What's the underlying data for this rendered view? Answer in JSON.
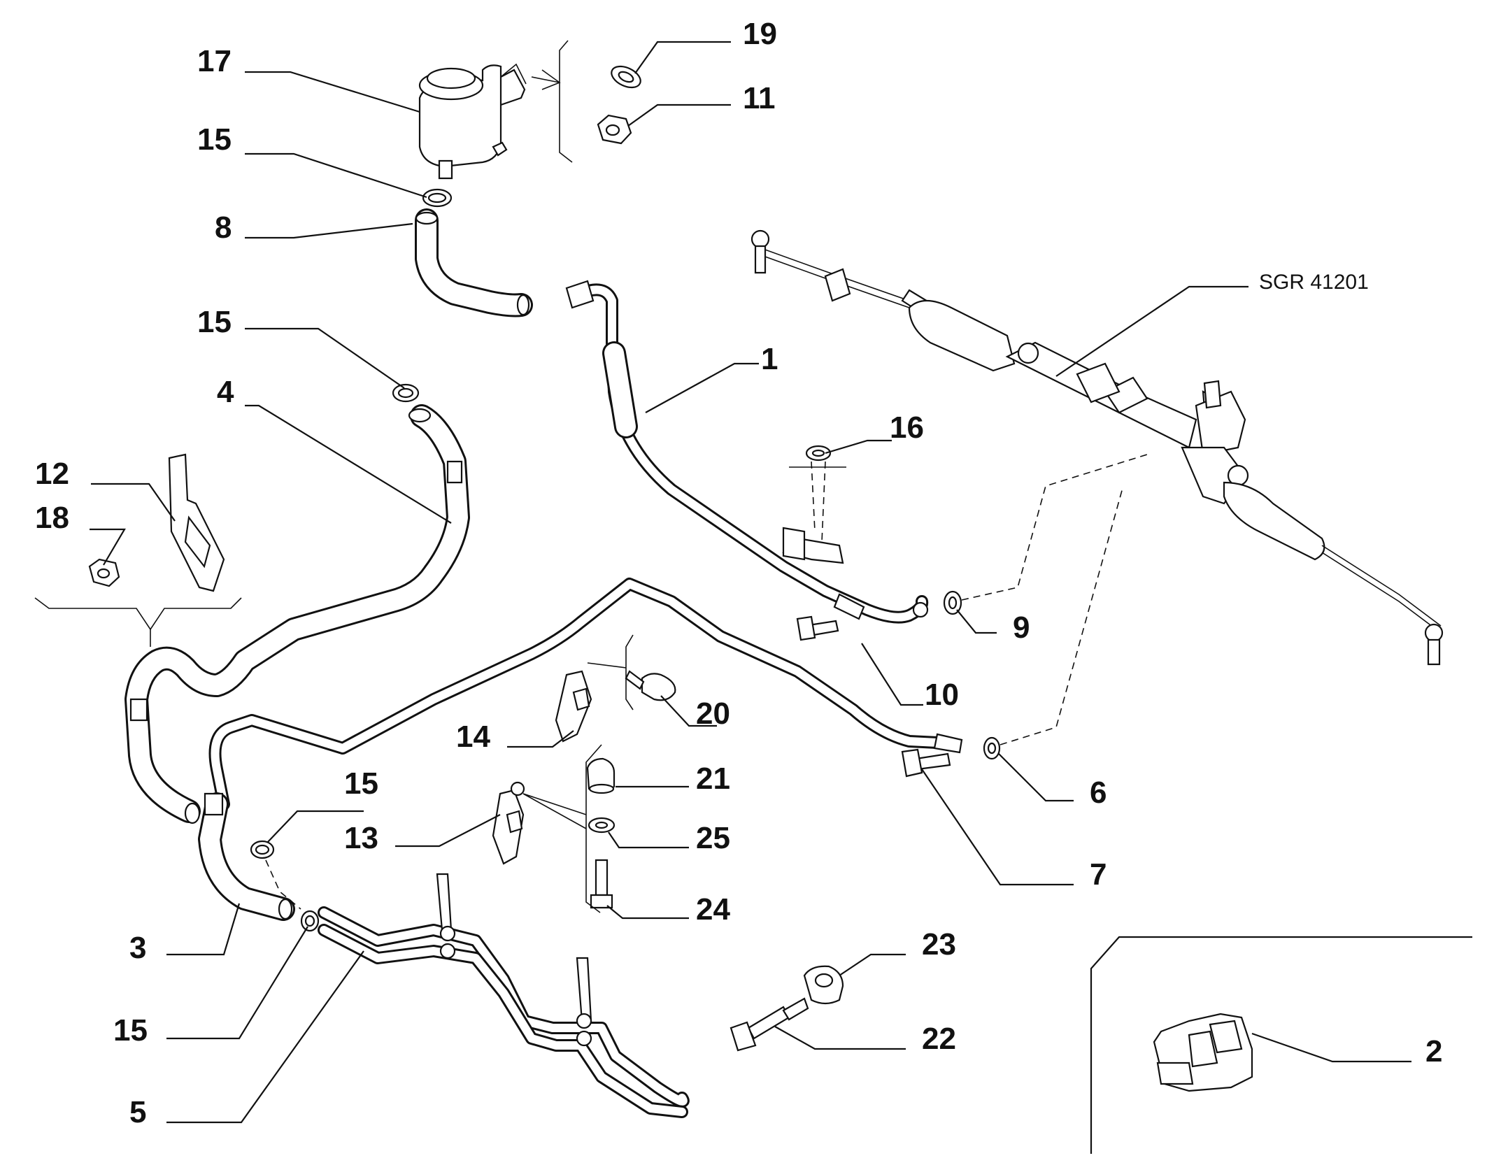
{
  "diagram": {
    "reference": "SGR 41201",
    "callouts": {
      "c17": "17",
      "c19": "19",
      "c11": "11",
      "c15a": "15",
      "c8": "8",
      "c15b": "15",
      "c4": "4",
      "c1": "1",
      "c16": "16",
      "c12": "12",
      "c18": "18",
      "c9": "9",
      "c10": "10",
      "c20": "20",
      "c14": "14",
      "c21": "21",
      "c15c": "15",
      "c13": "13",
      "c25": "25",
      "c6": "6",
      "c7": "7",
      "c24": "24",
      "c3": "3",
      "c23": "23",
      "c22": "22",
      "c15d": "15",
      "c5": "5",
      "c2": "2"
    }
  }
}
